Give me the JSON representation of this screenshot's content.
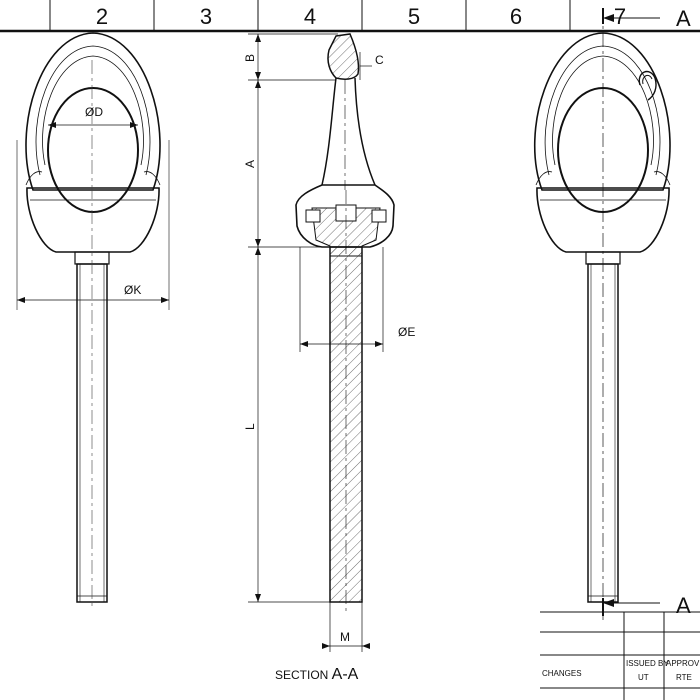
{
  "frame": {
    "zones": [
      "2",
      "3",
      "4",
      "5",
      "6",
      "7"
    ]
  },
  "section_marker": {
    "letter_top": "A",
    "letter_bottom": "A"
  },
  "dimensions": {
    "d": "ØD",
    "k": "ØK",
    "e": "ØE",
    "b": "B",
    "a": "A",
    "c": "C",
    "l": "L",
    "m": "M"
  },
  "section_label": {
    "prefix": "SECTION ",
    "name": "A-A"
  },
  "title_block": {
    "changes": "CHANGES",
    "issued_by": "ISSUED BY",
    "approved": "APPROVED",
    "issued_by_value": "UT",
    "approved_value": "RTE"
  }
}
